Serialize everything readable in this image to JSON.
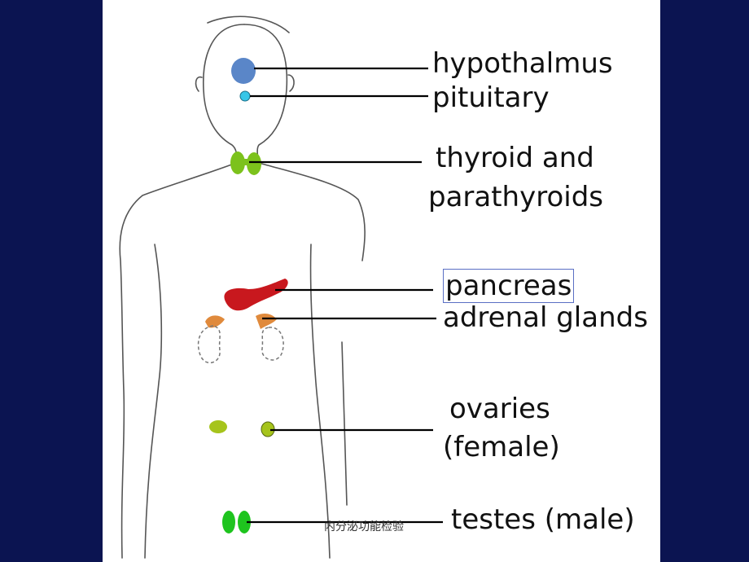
{
  "labels": {
    "hypothalmus": "hypothalmus",
    "pituitary": "pituitary",
    "thyroid_line1": "thyroid and",
    "thyroid_line2": "parathyroids",
    "pancreas": "pancreas",
    "adrenal": "adrenal glands",
    "ovaries_line1": "ovaries",
    "ovaries_line2": "(female)",
    "testes": "testes (male)"
  },
  "footer": "内分泌功能检验",
  "colors": {
    "background": "#0b1451",
    "panel": "#ffffff",
    "hypothalamus": "#5a86c8",
    "pituitary": "#38c6e8",
    "thyroid": "#7cc21c",
    "pancreas": "#c8181e",
    "adrenal": "#e08a3c",
    "ovaries": "#a6c41c",
    "testes": "#1ec41e"
  }
}
